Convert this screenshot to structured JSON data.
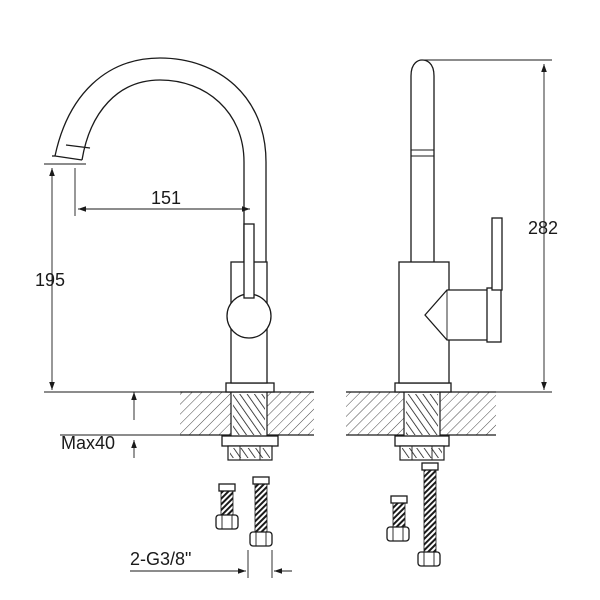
{
  "dimensions": {
    "spout_reach": "151",
    "spout_height": "195",
    "overall_height": "282",
    "max_counter_thickness": "Max40",
    "connection_thread": "2-G3/8\""
  },
  "colors": {
    "line": "#1a1a1a",
    "background": "#ffffff"
  }
}
